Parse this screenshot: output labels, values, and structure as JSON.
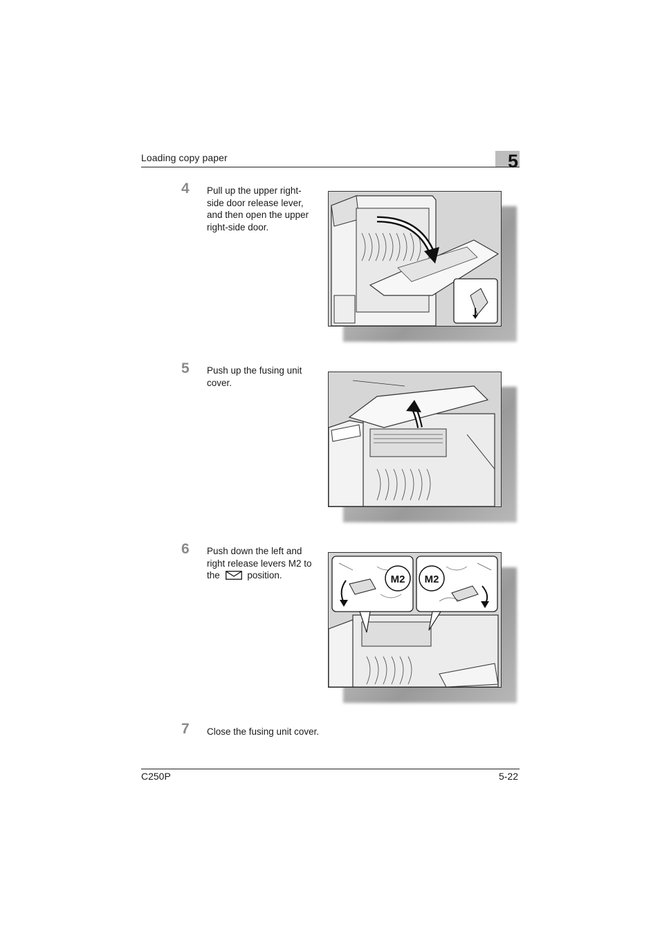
{
  "header": {
    "section_title": "Loading copy paper",
    "chapter_number": "5"
  },
  "steps": [
    {
      "number": "4",
      "text_lines": [
        "Pull up the upper right-",
        "side door release lever,",
        "and then open the upper",
        "right-side door."
      ]
    },
    {
      "number": "5",
      "text_lines": [
        "Push up the fusing unit",
        "cover."
      ]
    },
    {
      "number": "6",
      "text_before": [
        "Push down the left and",
        "right release levers M2 to"
      ],
      "text_line3_start": "the",
      "text_line3_icon": "envelope-icon",
      "text_line3_end": "position.",
      "callout_labels": [
        "M2",
        "M2"
      ]
    },
    {
      "number": "7",
      "text_lines": [
        "Close the fusing unit cover."
      ]
    }
  ],
  "footer": {
    "model": "C250P",
    "page": "5-22"
  },
  "colors": {
    "chapter_box": "#bdbdbd",
    "step_number": "#8a8a8a",
    "figure_background": "#cfcfcf"
  }
}
